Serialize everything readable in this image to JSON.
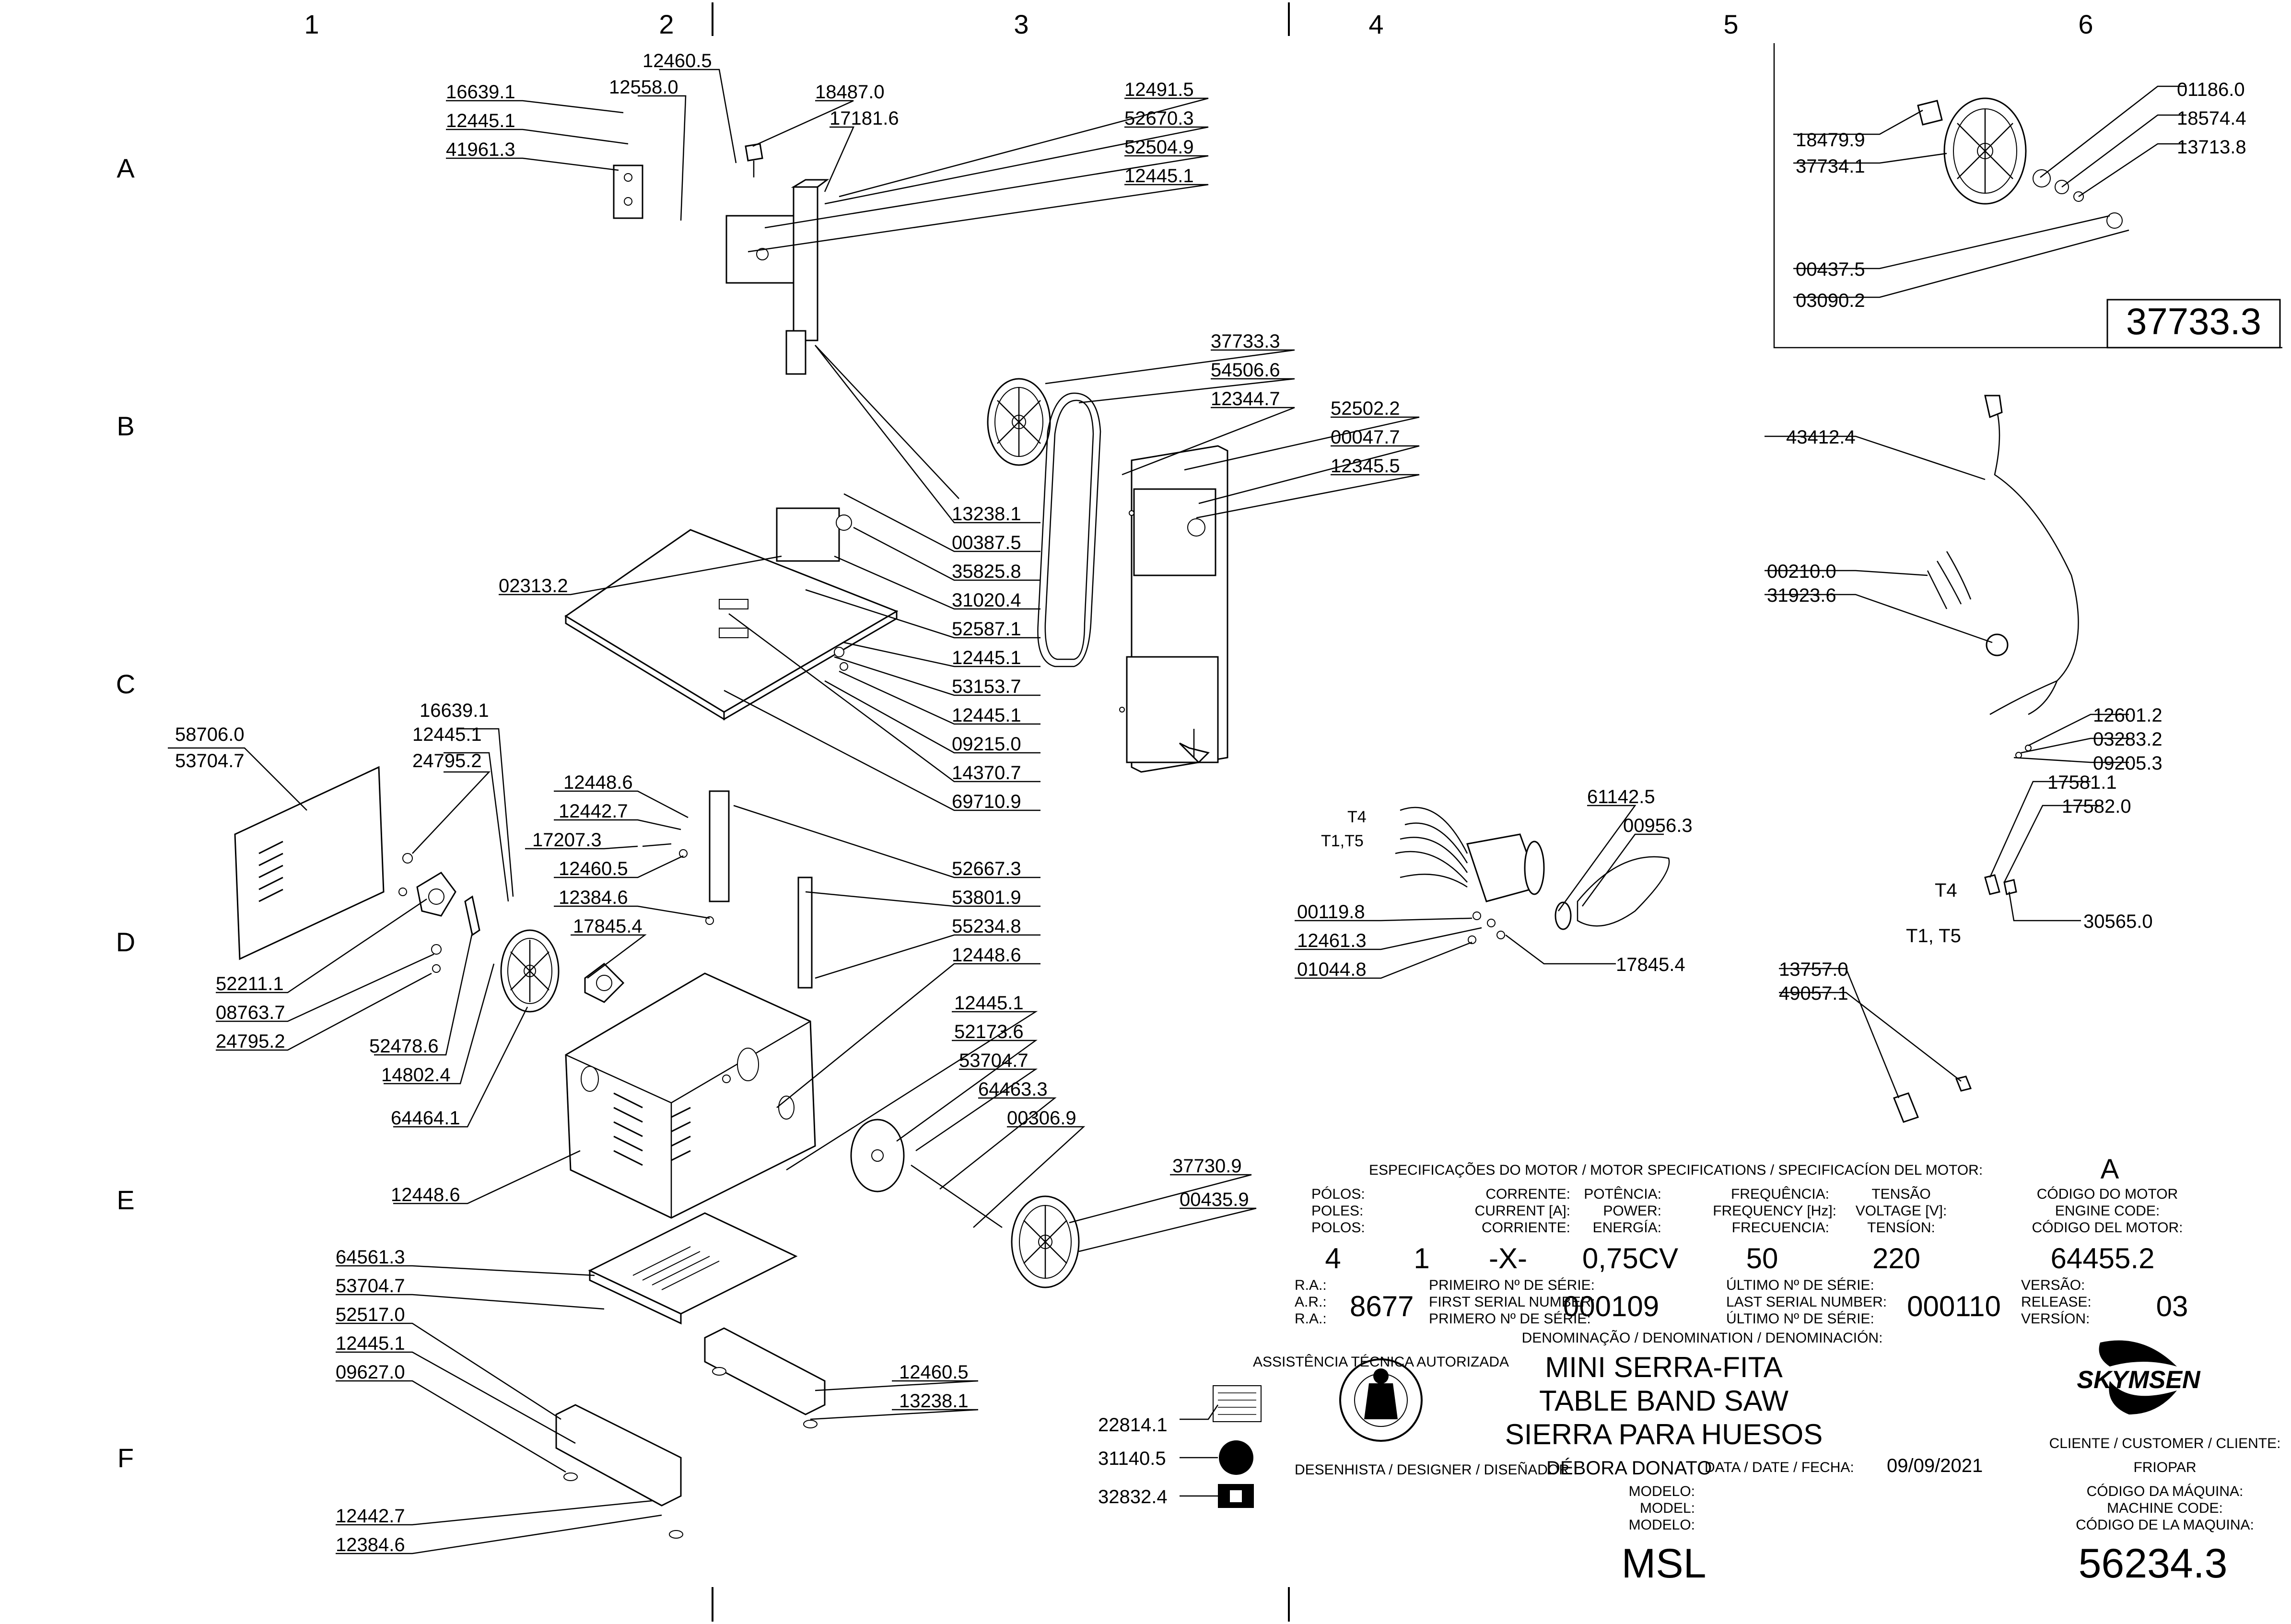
{
  "grid": {
    "columns": [
      "1",
      "2",
      "3",
      "4",
      "5",
      "6"
    ],
    "rows": [
      "A",
      "B",
      "C",
      "D",
      "E",
      "F"
    ]
  },
  "callouts": {
    "a1": "16639.1",
    "a2": "12445.1",
    "a3": "41961.3",
    "a4": "12460.5",
    "a5": "12558.0",
    "a6": "18487.0",
    "a7": "17181.6",
    "a8": "12491.5",
    "a9": "52670.3",
    "a10": "52504.9",
    "a11": "12445.1",
    "b1": "37733.3",
    "b2": "54506.6",
    "b3": "12344.7",
    "b4": "52502.2",
    "b5": "00047.7",
    "b6": "12345.5",
    "c1": "13238.1",
    "c2": "00387.5",
    "c3": "35825.8",
    "c4": "31020.4",
    "c5": "52587.1",
    "c6": "12445.1",
    "c7": "53153.7",
    "c8": "12445.1",
    "c9": "09215.0",
    "c10": "14370.7",
    "c11": "69710.9",
    "c12": "02313.2",
    "d1": "58706.0",
    "d2": "53704.7",
    "d3": "16639.1",
    "d4": "12445.1",
    "d5": "24795.2",
    "d6": "12448.6",
    "d7": "12442.7",
    "d8": "17207.3",
    "d9": "12460.5",
    "d10": "12384.6",
    "d11": "17845.4",
    "d12": "52667.3",
    "d13": "53801.9",
    "d14": "55234.8",
    "d15": "12448.6",
    "d16": "52211.1",
    "d17": "08763.7",
    "d18": "24795.2",
    "d19": "52478.6",
    "d20": "14802.4",
    "d21": "64464.1",
    "e1": "12445.1",
    "e2": "52173.6",
    "e3": "53704.7",
    "e4": "64463.3",
    "e5": "00306.9",
    "e6": "37730.9",
    "e7": "00435.9",
    "e8": "12448.6",
    "f1": "64561.3",
    "f2": "53704.7",
    "f3": "52517.0",
    "f4": "12445.1",
    "f5": "09627.0",
    "f6": "12460.5",
    "f7": "13238.1",
    "f8": "12442.7",
    "f9": "12384.6",
    "f10": "22814.1",
    "f11": "31140.5",
    "f12": "32832.4",
    "m1": "61142.5",
    "m2": "00956.3",
    "m3": "00119.8",
    "m4": "12461.3",
    "m5": "01044.8",
    "m6": "17845.4",
    "m7": "T4",
    "m8": "T1,T5",
    "w1": "18479.9",
    "w2": "37734.1",
    "w3": "01186.0",
    "w4": "18574.4",
    "w5": "13713.8",
    "w6": "00437.5",
    "w7": "03090.2",
    "w8": "37733.3",
    "k1": "43412.4",
    "k2": "00210.0",
    "k3": "31923.6",
    "k4": "12601.2",
    "k5": "03283.2",
    "k6": "09205.3",
    "k7": "17581.1",
    "k8": "17582.0",
    "k9": "T4",
    "k10": "30565.0",
    "k11": "T1, T5",
    "k12": "13757.0",
    "k13": "49057.1"
  },
  "motor_spec": {
    "heading": "ESPECIFICAÇÕES DO MOTOR / MOTOR SPECIFICATIONS / SPECIFICACÍON DEL MOTOR:",
    "rev": "A",
    "col_poles": [
      "PÓLOS:",
      "POLES:",
      "POLOS:"
    ],
    "col_current": [
      "CORRENTE:",
      "CURRENT [A]:",
      "CORRIENTE:"
    ],
    "col_power": [
      "POTÊNCIA:",
      "POWER:",
      "ENERGÍA:"
    ],
    "col_freq": [
      "FREQUÊNCIA:",
      "FREQUENCY [Hz]:",
      "FRECUENCIA:"
    ],
    "col_voltage": [
      "TENSÃO",
      "VOLTAGE [V]:",
      "TENSÍON:"
    ],
    "col_code": [
      "CÓDIGO DO MOTOR",
      "ENGINE CODE:",
      "CÓDIGO DEL MOTOR:"
    ],
    "poles": "4",
    "phase": "1",
    "current": "-X-",
    "power": "0,75CV",
    "frequency": "50",
    "voltage": "220",
    "motor_code": "64455.2"
  },
  "serial": {
    "ra_labels": [
      "R.A.:",
      "A.R.:",
      "R.A.:"
    ],
    "ra": "8677",
    "first_labels": [
      "PRIMEIRO Nº DE SÉRIE:",
      "FIRST SERIAL NUMBER:",
      "PRIMERO Nº DE SÉRIE:"
    ],
    "first": "000109",
    "last_labels": [
      "ÚLTIMO Nº DE SÉRIE:",
      "LAST SERIAL NUMBER:",
      "ÚLTIMO Nº DE SÉRIE:"
    ],
    "last": "000110",
    "version_labels": [
      "VERSÃO:",
      "RELEASE:",
      "VERSÍON:"
    ],
    "version": "03"
  },
  "title_block": {
    "denomination_label": "DENOMINAÇÃO / DENOMINATION / DENOMINACIÓN:",
    "name_pt": "MINI SERRA-FITA",
    "name_en": "TABLE BAND SAW",
    "name_es": "SIERRA PARA HUESOS",
    "designer_label": "DESENHISTA / DESIGNER / DISEÑADOR:",
    "designer": "DÉBORA DONATO",
    "date_label": "DATA / DATE / FECHA:",
    "date": "09/09/2021",
    "model_labels": [
      "MODELO:",
      "MODEL:",
      "MODELO:"
    ],
    "model": "MSL",
    "brand": "SKYMSEN",
    "seal_text": "ASSISTÊNCIA TÉCNICA AUTORIZADA",
    "client_label": "CLIENTE / CUSTOMER / CLIENTE:",
    "client": "FRIOPAR",
    "machine_code_labels": [
      "CÓDIGO DA MÁQUINA:",
      "MACHINE CODE:",
      "CÓDIGO DE LA MAQUINA:"
    ],
    "machine_code": "56234.3"
  }
}
